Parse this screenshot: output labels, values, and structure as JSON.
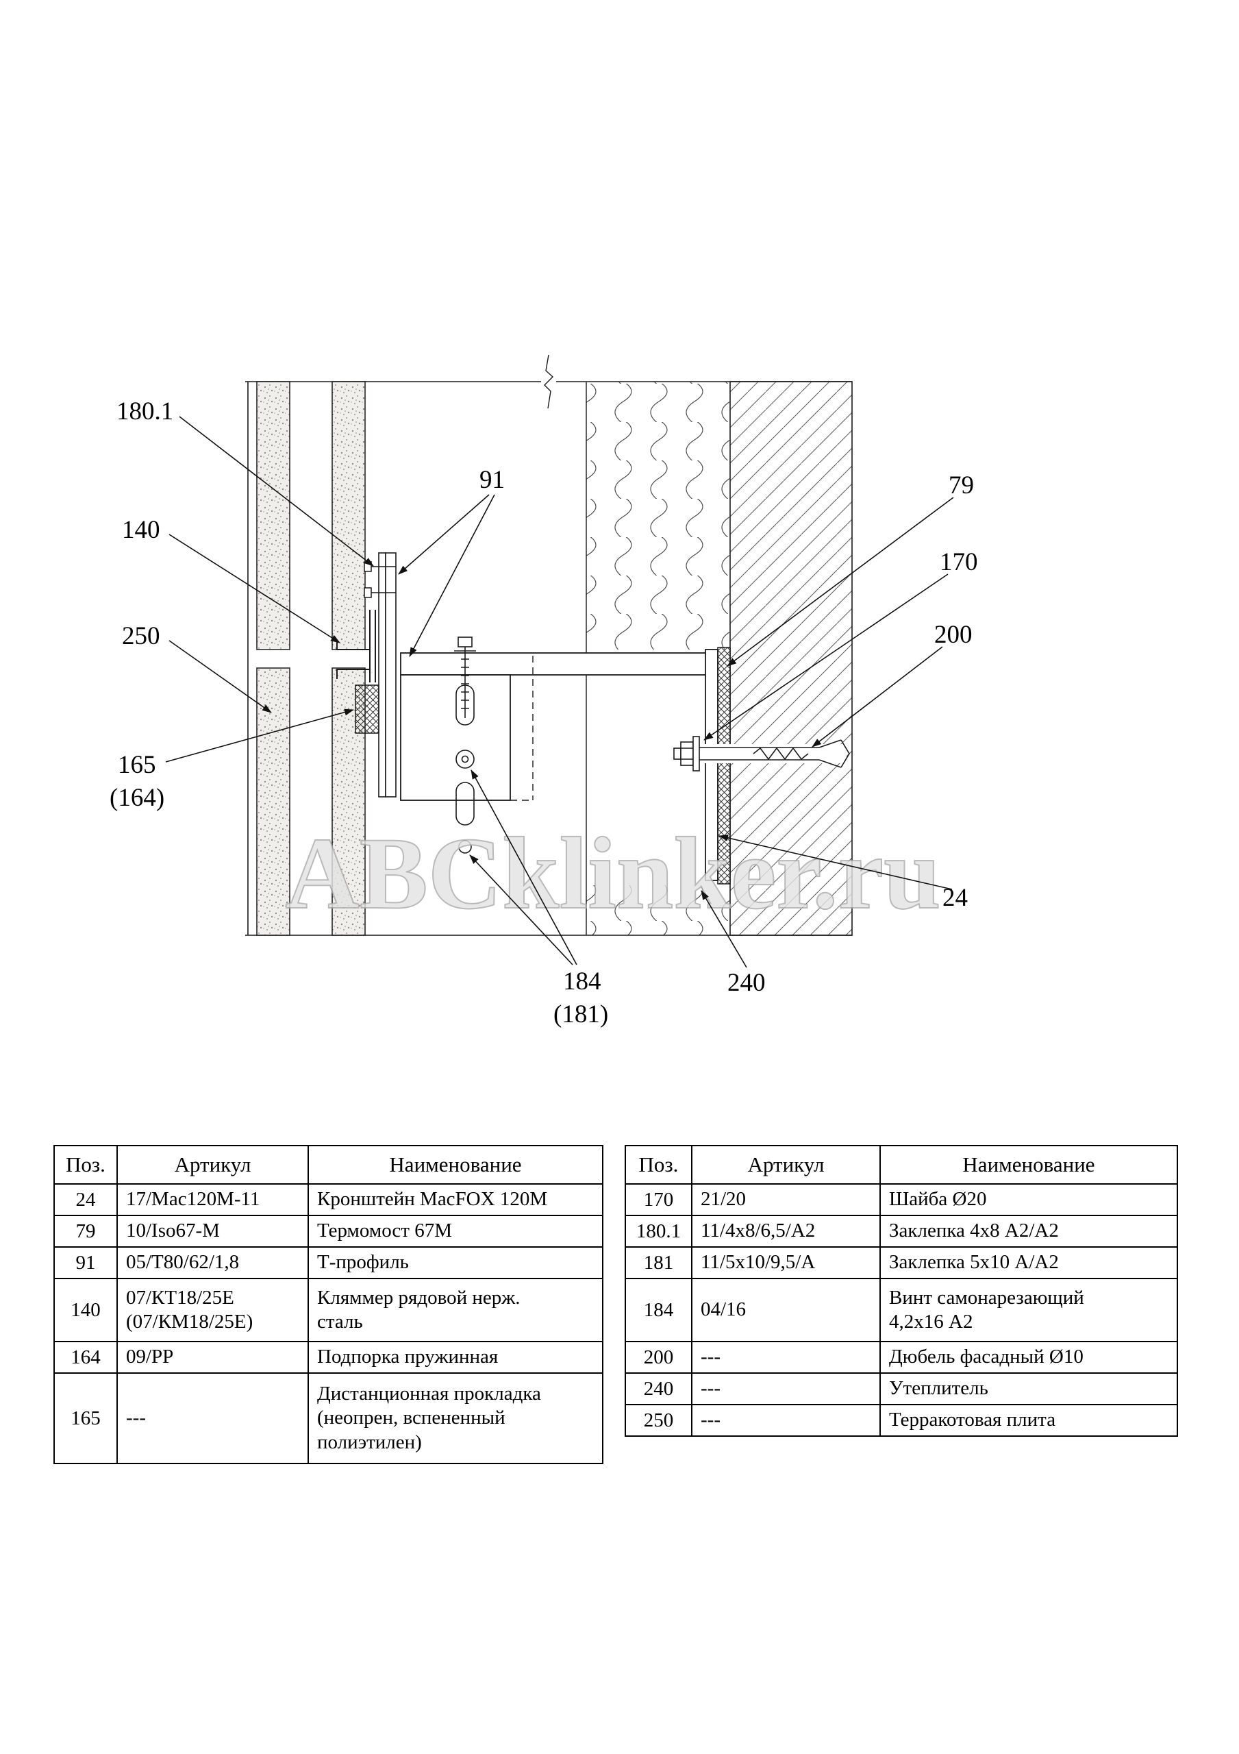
{
  "watermark": "ABCklinker.ru",
  "callouts": {
    "l180_1": "180.1",
    "l140": "140",
    "l250": "250",
    "l165": "165",
    "l164": "(164)",
    "l91": "91",
    "l79": "79",
    "l170": "170",
    "l200": "200",
    "l24": "24",
    "l184": "184",
    "l181": "(181)",
    "l240": "240"
  },
  "tables": {
    "headers": {
      "pos": "Поз.",
      "art": "Артикул",
      "name": "Наименование"
    },
    "left": {
      "rows": [
        {
          "pos": "24",
          "art": "17/Mac120M-11",
          "name": "Кронштейн MacFOX 120М"
        },
        {
          "pos": "79",
          "art": "10/Iso67-M",
          "name": "Термомост 67М"
        },
        {
          "pos": "91",
          "art": "05/Т80/62/1,8",
          "name": "Т-профиль"
        },
        {
          "pos": "140",
          "art": "07/КТ18/25Е\n(07/КМ18/25Е)",
          "name": "Кляммер рядовой нерж.\nсталь"
        },
        {
          "pos": "164",
          "art": "09/РР",
          "name": "Подпорка пружинная"
        },
        {
          "pos": "165",
          "art": "---",
          "name": "Дистанционная прокладка\n(неопрен, вспененный\nполиэтилен)"
        }
      ]
    },
    "right": {
      "rows": [
        {
          "pos": "170",
          "art": "21/20",
          "name": "Шайба Ø20"
        },
        {
          "pos": "180.1",
          "art": "11/4х8/6,5/А2",
          "name": "Заклепка 4х8 А2/А2"
        },
        {
          "pos": "181",
          "art": "11/5х10/9,5/А",
          "name": "Заклепка 5х10 А/А2"
        },
        {
          "pos": "184",
          "art": "04/16",
          "name": "Винт самонарезающий\n4,2х16 А2"
        },
        {
          "pos": "200",
          "art": "---",
          "name": "Дюбель фасадный Ø10"
        },
        {
          "pos": "240",
          "art": "---",
          "name": "Утеплитель"
        },
        {
          "pos": "250",
          "art": "---",
          "name": "Терракотовая плита"
        }
      ]
    }
  }
}
